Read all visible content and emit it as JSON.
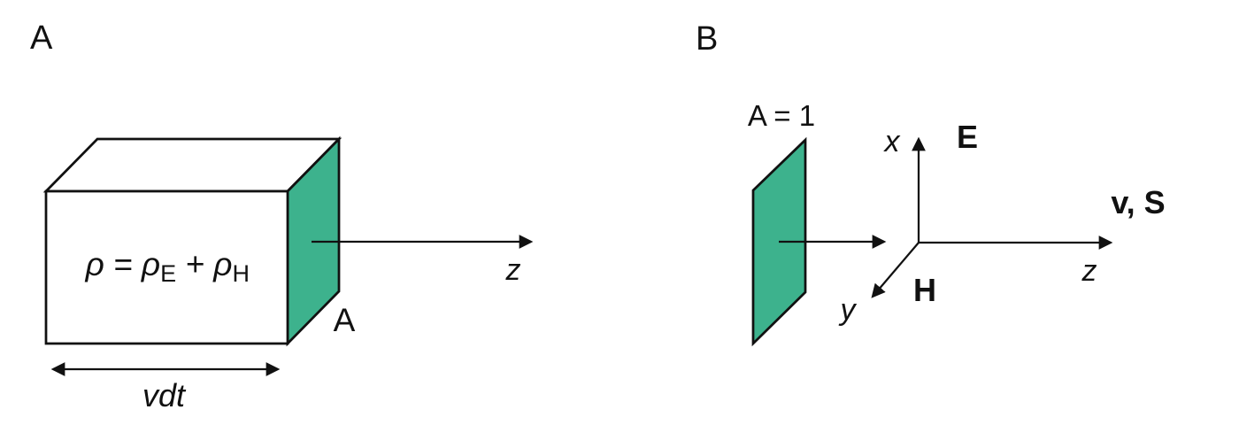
{
  "figure": {
    "background": "#ffffff",
    "ink": "#111111",
    "teal": "#3db28d"
  },
  "panel_a": {
    "panel_label": "A",
    "formula": {
      "lead": "ρ = ρ",
      "sub_e": "E",
      "mid": " + ρ",
      "sub_h": "H"
    },
    "face_label": "A",
    "z_label": "z",
    "width_label": "vdt"
  },
  "panel_b": {
    "panel_label": "B",
    "area_label": "A = 1",
    "x_label": "x",
    "y_label": "y",
    "z_label": "z",
    "e_label": "E",
    "h_label": "H",
    "vs_label": "v, S"
  }
}
